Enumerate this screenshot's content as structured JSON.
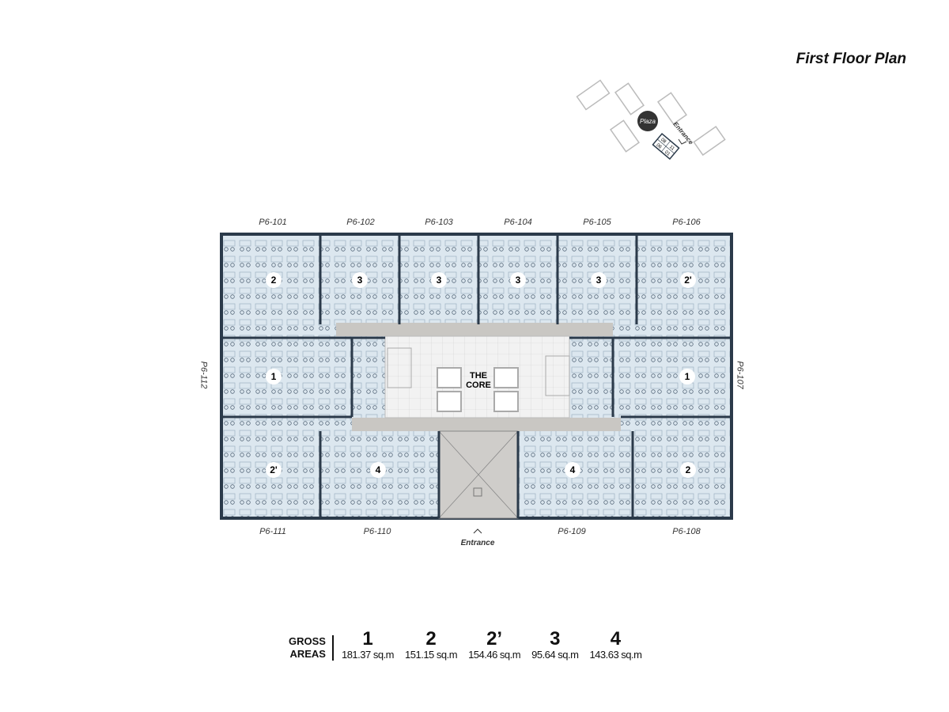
{
  "title": "First Floor Plan",
  "site_key": {
    "plaza_label": "Plaza",
    "entrance_label": "Entrance",
    "building_codes": [
      "08",
      "11",
      "06",
      "01"
    ]
  },
  "core_label": [
    "THE",
    "CORE"
  ],
  "entrance_label": "Entrance",
  "units": {
    "top": [
      "P6-101",
      "P6-102",
      "P6-103",
      "P6-104",
      "P6-105",
      "P6-106"
    ],
    "bottom": [
      "P6-111",
      "P6-110",
      "P6-109",
      "P6-108"
    ],
    "left": "P6-112",
    "right": "P6-107"
  },
  "unit_types": {
    "top": [
      "2",
      "3",
      "3",
      "3",
      "3",
      "2'"
    ],
    "middle": [
      "1",
      "1"
    ],
    "bottom": [
      "2'",
      "4",
      "4",
      "2"
    ]
  },
  "legend": {
    "heading": [
      "GROSS",
      "AREAS"
    ],
    "items": [
      {
        "type": "1",
        "area": "181.37 sq.m"
      },
      {
        "type": "2",
        "area": "151.15 sq.m"
      },
      {
        "type": "2’",
        "area": "154.46 sq.m"
      },
      {
        "type": "3",
        "area": "95.64 sq.m"
      },
      {
        "type": "4",
        "area": "143.63 sq.m"
      }
    ]
  },
  "colors": {
    "unit_fill": "#dce7ef",
    "wall": "#2b3a4a",
    "corridor": "#c9c7c3",
    "core": "#efefef",
    "atrium": "#cfcdca"
  }
}
